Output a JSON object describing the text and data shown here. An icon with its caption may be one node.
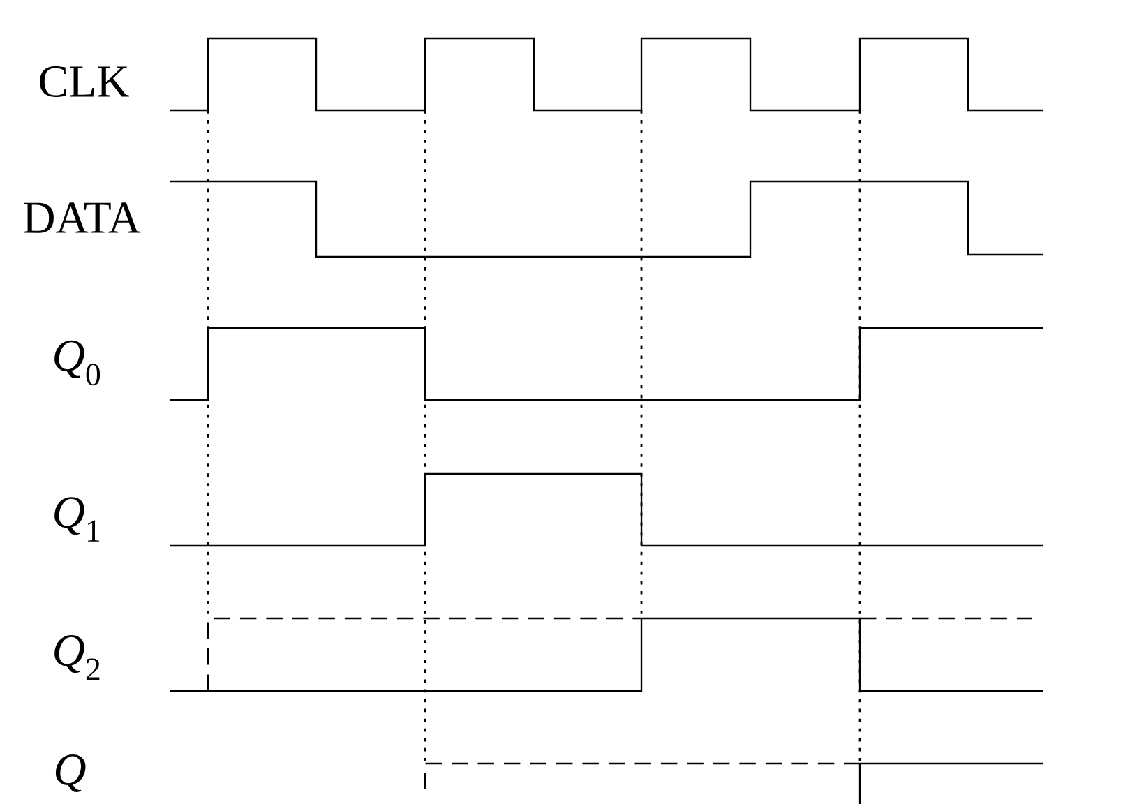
{
  "diagram": {
    "labels": [
      "CLK",
      "DATA",
      "*Q*$_{0}$",
      "*Q*$_{1}$",
      "*Q*$_{2}$",
      "*Q*"
    ]
  }
}
